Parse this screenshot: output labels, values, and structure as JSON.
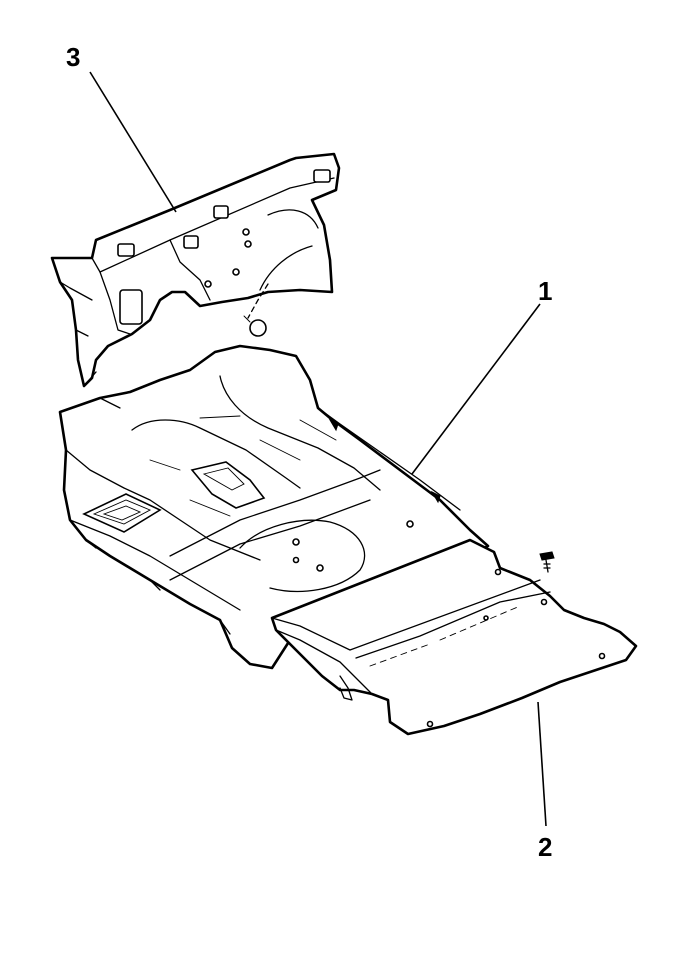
{
  "diagram": {
    "callouts": [
      {
        "id": "carpet",
        "label": "1"
      },
      {
        "id": "rear-panel",
        "label": "2"
      },
      {
        "id": "dash-insulator",
        "label": "3"
      }
    ],
    "colors": {
      "line": "#000000",
      "background": "#ffffff"
    }
  }
}
